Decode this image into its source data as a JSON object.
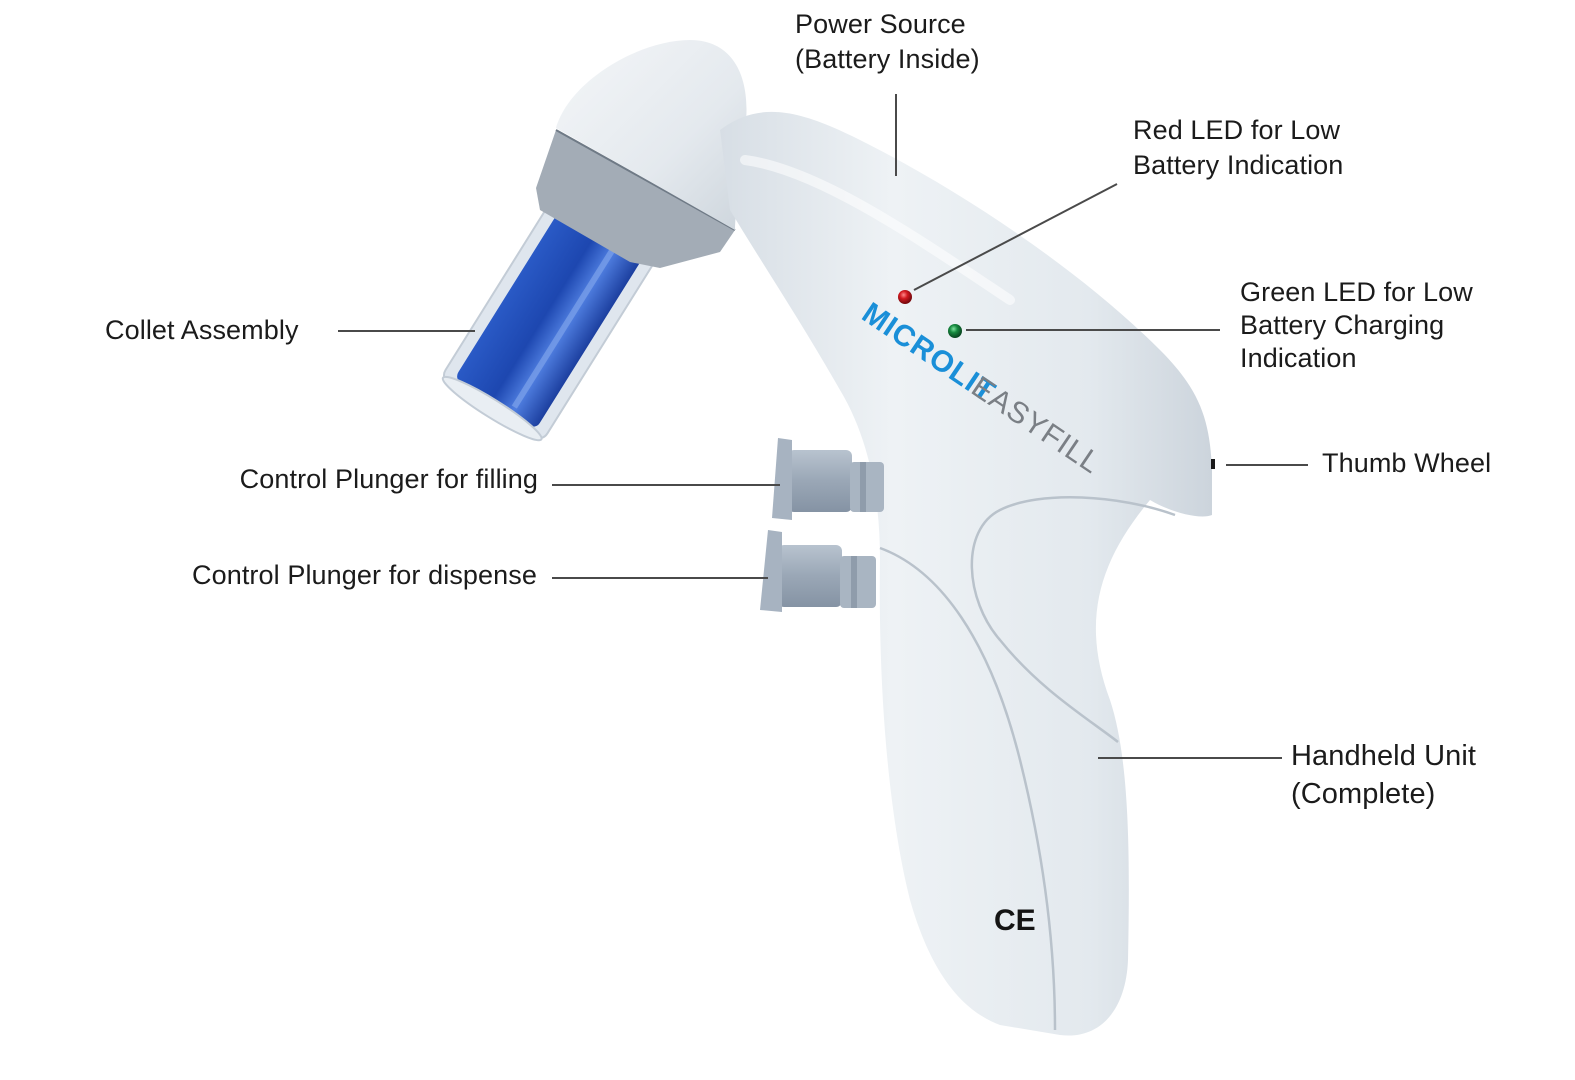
{
  "diagram": {
    "subject": "Pipette controller (handheld unit)",
    "brand": {
      "primary": "MICROLIT",
      "secondary": "EASYFILL",
      "primary_color": "#1a8fd8",
      "secondary_color": "#6b6f74"
    },
    "certification_mark": "CE",
    "colors": {
      "body": "#e6ebf0",
      "body_shadow": "#c9d1d9",
      "collet_band": "#a3acb6",
      "collet_fluid": "#1f4fb8",
      "plunger": "#9aa7b6",
      "led_red": "#c4161c",
      "led_green": "#13853b",
      "leader_line": "#4a4a4a",
      "label_text": "#1b1b1b"
    },
    "labels": [
      {
        "id": "power-source",
        "lines": [
          "Power Source",
          "(Battery Inside)"
        ]
      },
      {
        "id": "red-led",
        "lines": [
          "Red LED for Low",
          "Battery Indication"
        ]
      },
      {
        "id": "green-led",
        "lines": [
          "Green LED for Low",
          "Battery Charging",
          "Indication"
        ]
      },
      {
        "id": "collet-assembly",
        "lines": [
          "Collet Assembly"
        ]
      },
      {
        "id": "thumb-wheel",
        "lines": [
          "Thumb Wheel"
        ]
      },
      {
        "id": "plunger-filling",
        "lines": [
          "Control Plunger for filling"
        ]
      },
      {
        "id": "plunger-dispense",
        "lines": [
          "Control Plunger for dispense"
        ]
      },
      {
        "id": "handheld-unit",
        "lines": [
          "Handheld Unit",
          "(Complete)"
        ]
      }
    ]
  }
}
